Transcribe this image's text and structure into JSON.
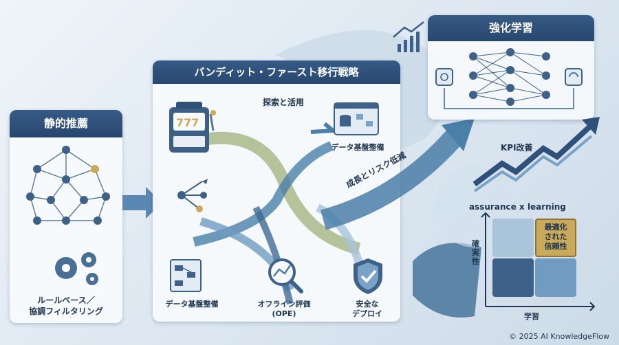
{
  "panels": {
    "static": {
      "title": "静的推薦",
      "caption_line1": "ルールベース／",
      "caption_line2": "協調フィルタリング"
    },
    "bandit": {
      "title": "バンディット・ファースト移行戦略",
      "explore_label": "探索と活用",
      "data_infra_top": "データ基盤整備",
      "data_infra_bottom": "データ基盤整備",
      "ope_line1": "オフライン評価",
      "ope_line2": "(OPE)",
      "deploy_line1": "安全な",
      "deploy_line2": "デプロイ"
    },
    "rl": {
      "title": "強化学習",
      "kpi_label": "KPI改善"
    },
    "assurance": {
      "title": "assurance x learning",
      "y_axis": "確実性",
      "x_axis": "学習",
      "highlight_line1": "最適化",
      "highlight_line2": "された",
      "highlight_line3": "信頼性"
    }
  },
  "flow_label": "成長とリスク低減",
  "footer": "© 2025 AI KnowledgeFlow",
  "colors": {
    "header": "#2e5079",
    "accent_gold": "#c9a95a",
    "flow_blue": "#4a7fa8",
    "flow_green": "#9db07a"
  }
}
